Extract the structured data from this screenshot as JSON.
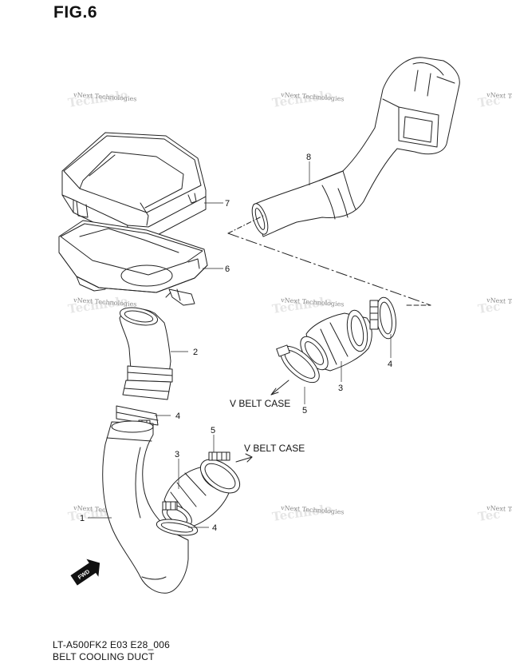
{
  "figure": {
    "title": "FIG.6",
    "code": "LT-A500FK2 E03 E28_006",
    "name": "BELT COOLING DUCT"
  },
  "callouts": {
    "c1": "1",
    "c2": "2",
    "c3_upper": "3",
    "c3_lower": "3",
    "c4_upper_left": "4",
    "c4_upper_right": "4",
    "c4_lower": "4",
    "c5_upper": "5",
    "c5_lower": "5",
    "c6": "6",
    "c7": "7",
    "c8": "8"
  },
  "annotations": {
    "v_belt_case_upper": "V BELT CASE",
    "v_belt_case_lower": "V BELT CASE",
    "fwd": "FWD"
  },
  "watermark": {
    "text": "vNext Technologies"
  }
}
